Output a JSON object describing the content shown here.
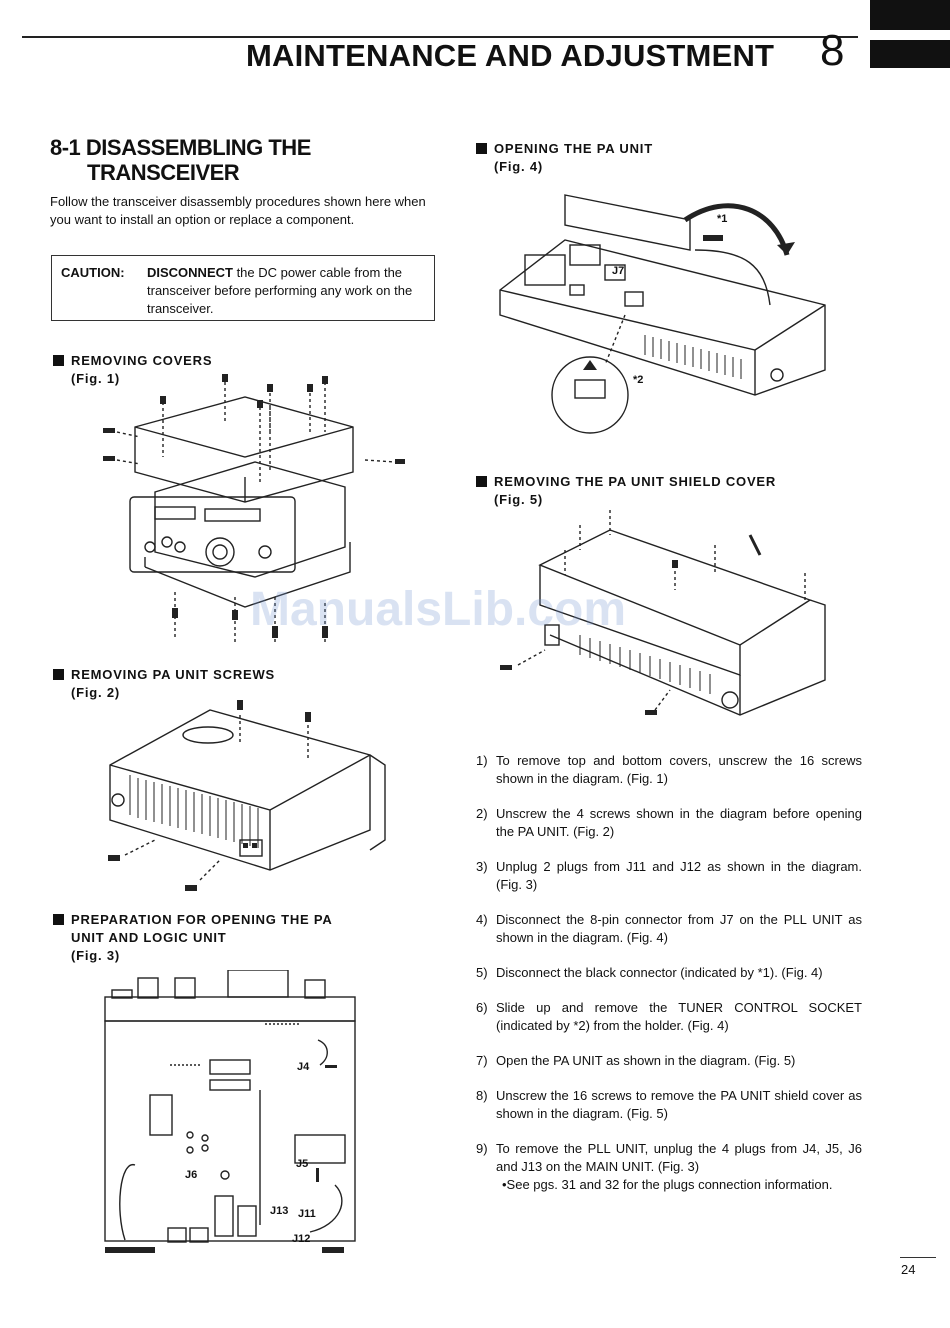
{
  "header": {
    "title": "MAINTENANCE AND ADJUSTMENT",
    "chapter_number": "8"
  },
  "section": {
    "title_line1": "8-1 DISASSEMBLING THE",
    "title_line2": "TRANSCEIVER",
    "intro": "Follow the transceiver disassembly procedures shown here when you want to install an option or replace a component."
  },
  "caution": {
    "label": "CAUTION:",
    "keyword": "DISCONNECT",
    "text": " the DC power cable from the transceiver before performing any work on the transceiver."
  },
  "figures": {
    "fig1": {
      "heading": "REMOVING COVERS",
      "caption": "(Fig. 1)"
    },
    "fig2": {
      "heading": "REMOVING PA UNIT SCREWS",
      "caption": "(Fig. 2)"
    },
    "fig3": {
      "heading_line1": "PREPARATION FOR OPENING THE PA",
      "heading_line2": "UNIT AND LOGIC UNIT",
      "caption": "(Fig. 3)",
      "labels": {
        "j4": "J4",
        "j5": "J5",
        "j6": "J6",
        "j11": "J11",
        "j12": "J12",
        "j13": "J13"
      }
    },
    "fig4": {
      "heading": "OPENING THE PA UNIT",
      "caption": "(Fig. 4)",
      "labels": {
        "j7": "J7",
        "mark1": "*1",
        "mark2": "*2"
      }
    },
    "fig5": {
      "heading": "REMOVING THE PA UNIT SHIELD COVER",
      "caption": "(Fig. 5)"
    }
  },
  "steps": [
    {
      "num": "1)",
      "text": "To remove top and bottom covers, unscrew the 16 screws shown in the diagram. (Fig. 1)"
    },
    {
      "num": "2)",
      "text": "Unscrew the 4 screws shown in the diagram before opening the PA UNIT. (Fig. 2)"
    },
    {
      "num": "3)",
      "text": "Unplug 2 plugs from J11 and J12 as shown in the diagram. (Fig. 3)"
    },
    {
      "num": "4)",
      "text": "Disconnect the 8-pin connector from J7 on the PLL UNIT as shown in the diagram. (Fig. 4)"
    },
    {
      "num": "5)",
      "text": "Disconnect the black connector (indicated by *1). (Fig. 4)"
    },
    {
      "num": "6)",
      "text": "Slide up and remove the TUNER CONTROL SOCKET (indicated by *2) from the holder. (Fig. 4)"
    },
    {
      "num": "7)",
      "text": "Open the PA UNIT as shown in the diagram. (Fig. 5)"
    },
    {
      "num": "8)",
      "text": "Unscrew the 16 screws to remove the PA UNIT shield cover as shown in the diagram. (Fig. 5)"
    },
    {
      "num": "9)",
      "text": "To remove the PLL UNIT, unplug the 4 plugs from J4, J5, J6 and J13 on the MAIN UNIT. (Fig. 3)",
      "note": "•See pgs. 31 and 32 for the plugs connection information."
    }
  ],
  "watermark": "ManualsLib.com",
  "page_number": "24"
}
